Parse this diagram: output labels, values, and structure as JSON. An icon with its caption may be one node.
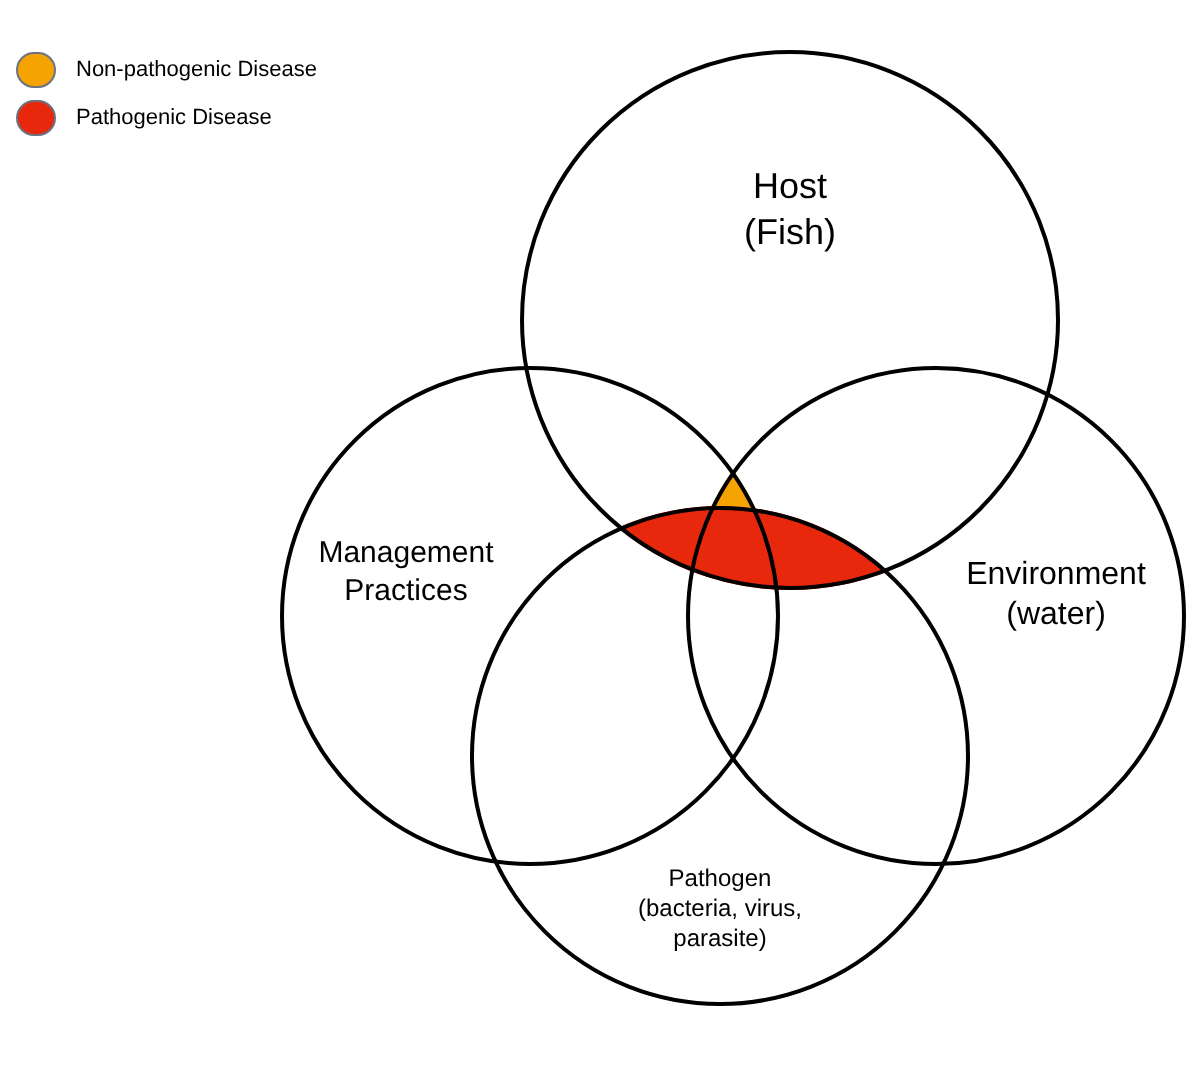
{
  "diagram": {
    "nodes": [
      {
        "text": [
          "Host (Fish)"
        ]
      },
      {
        "text": [
          "Management Practices"
        ]
      },
      {
        "text": [
          "Environment (water)"
        ]
      },
      {
        "text": [
          "Pathogen (bacteria, virus, parasite)"
        ]
      }
    ],
    "edges": [],
    "legend": [
      {
        "text": "Non-pathogenic Disease",
        "color": "#f5a300"
      },
      {
        "text": "Pathogenic Disease",
        "color": "#e8280c"
      }
    ]
  }
}
